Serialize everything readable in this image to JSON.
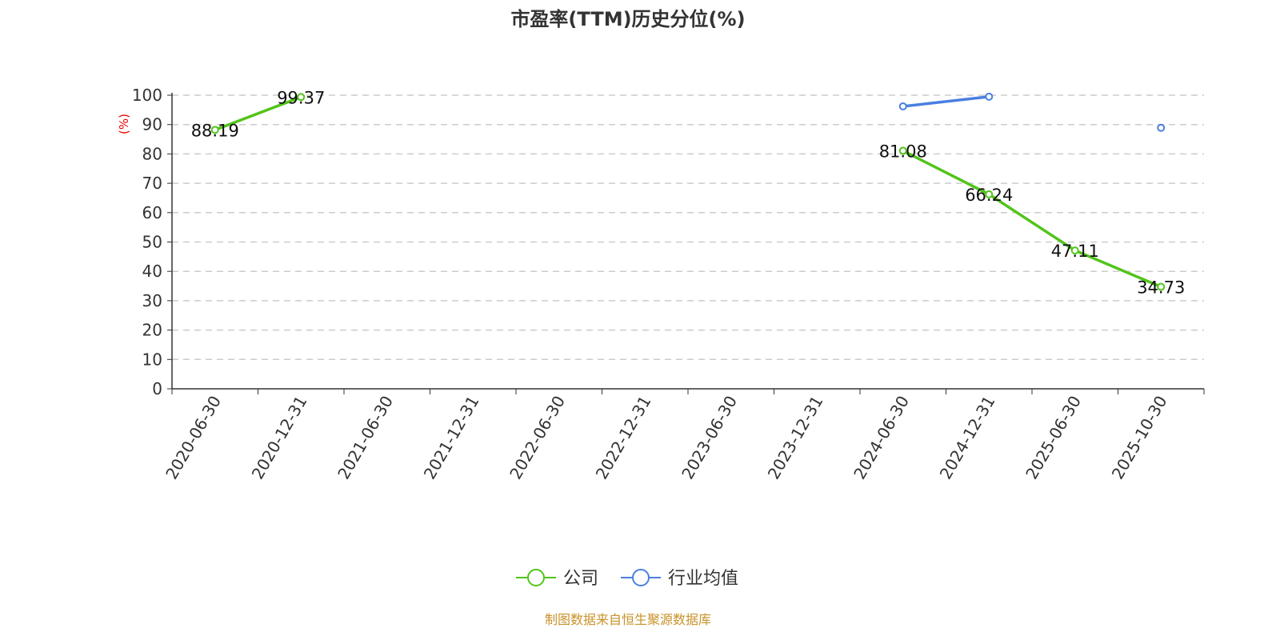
{
  "chart_data": {
    "type": "line",
    "title": "市盈率(TTM)历史分位(%)",
    "ylabel": "(%)",
    "xlabel": "",
    "ylim": [
      0,
      100
    ],
    "yticks": [
      0,
      10,
      20,
      30,
      40,
      50,
      60,
      70,
      80,
      90,
      100
    ],
    "grid": true,
    "legend_position": "bottom",
    "categories": [
      "2020-06-30",
      "2020-12-31",
      "2021-06-30",
      "2021-12-31",
      "2022-06-30",
      "2022-12-31",
      "2023-06-30",
      "2023-12-31",
      "2024-06-30",
      "2024-12-31",
      "2025-06-30",
      "2025-10-30"
    ],
    "series": [
      {
        "name": "公司",
        "color": "#52c41a",
        "show_labels": true,
        "values": [
          88.19,
          99.37,
          null,
          null,
          null,
          null,
          null,
          null,
          81.08,
          66.24,
          47.11,
          34.73
        ]
      },
      {
        "name": "行业均值",
        "color": "#4a7fe0",
        "show_labels": false,
        "values": [
          null,
          null,
          null,
          null,
          null,
          null,
          null,
          null,
          96.2,
          99.5,
          null,
          88.9
        ]
      }
    ],
    "source": "制图数据来自恒生聚源数据库"
  }
}
